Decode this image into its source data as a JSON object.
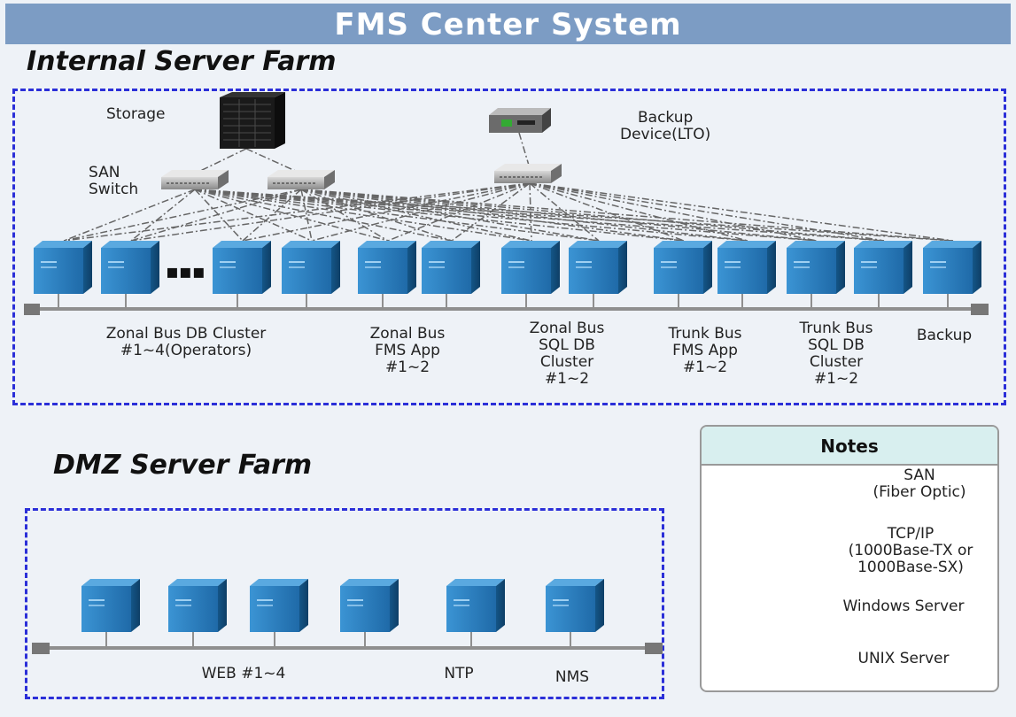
{
  "title": "FMS Center System",
  "internal": {
    "title": "Internal Server Farm",
    "storage_label": "Storage",
    "san_switch_label": "SAN\nSwitch",
    "backup_device_label": "Backup\nDevice(LTO)",
    "ellipsis": "▪▪▪",
    "groups": [
      "Zonal Bus DB Cluster\n#1~4(Operators)",
      "Zonal Bus\nFMS App\n#1~2",
      "Zonal Bus\nSQL DB\nCluster\n#1~2",
      "Trunk Bus\nFMS App\n#1~2",
      "Trunk Bus\nSQL DB\nCluster\n#1~2",
      "Backup"
    ]
  },
  "dmz": {
    "title": "DMZ Server Farm",
    "labels": [
      "WEB #1~4",
      "NTP",
      "NMS"
    ]
  },
  "notes": {
    "title": "Notes",
    "san": "SAN\n(Fiber Optic)",
    "tcpip": "TCP/IP\n(1000Base-TX or\n1000Base-SX)",
    "windows": "Windows Server",
    "unix": "UNIX Server"
  },
  "colors": {
    "banner": "#7c9cc4",
    "farm_border": "#2b2fd8",
    "server": "#2f7fc1",
    "notes_header": "#d8efef"
  }
}
